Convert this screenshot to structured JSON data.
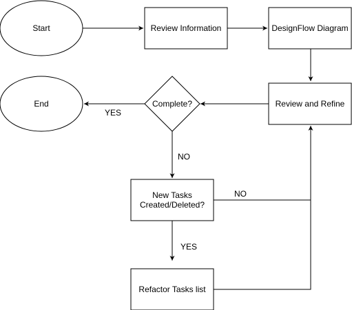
{
  "nodes": {
    "start": "Start",
    "review_information": "Review Information",
    "designflow_diagram": "DesignFlow Diagram",
    "review_and_refine": "Review and Refine",
    "complete": "Complete?",
    "end": "End",
    "new_tasks_line1": "New Tasks",
    "new_tasks_line2": "Created/Deleted?",
    "refactor_tasks": "Refactor Tasks list"
  },
  "edges": {
    "complete_yes": "YES",
    "complete_no": "NO",
    "new_tasks_no": "NO",
    "new_tasks_yes": "YES"
  }
}
